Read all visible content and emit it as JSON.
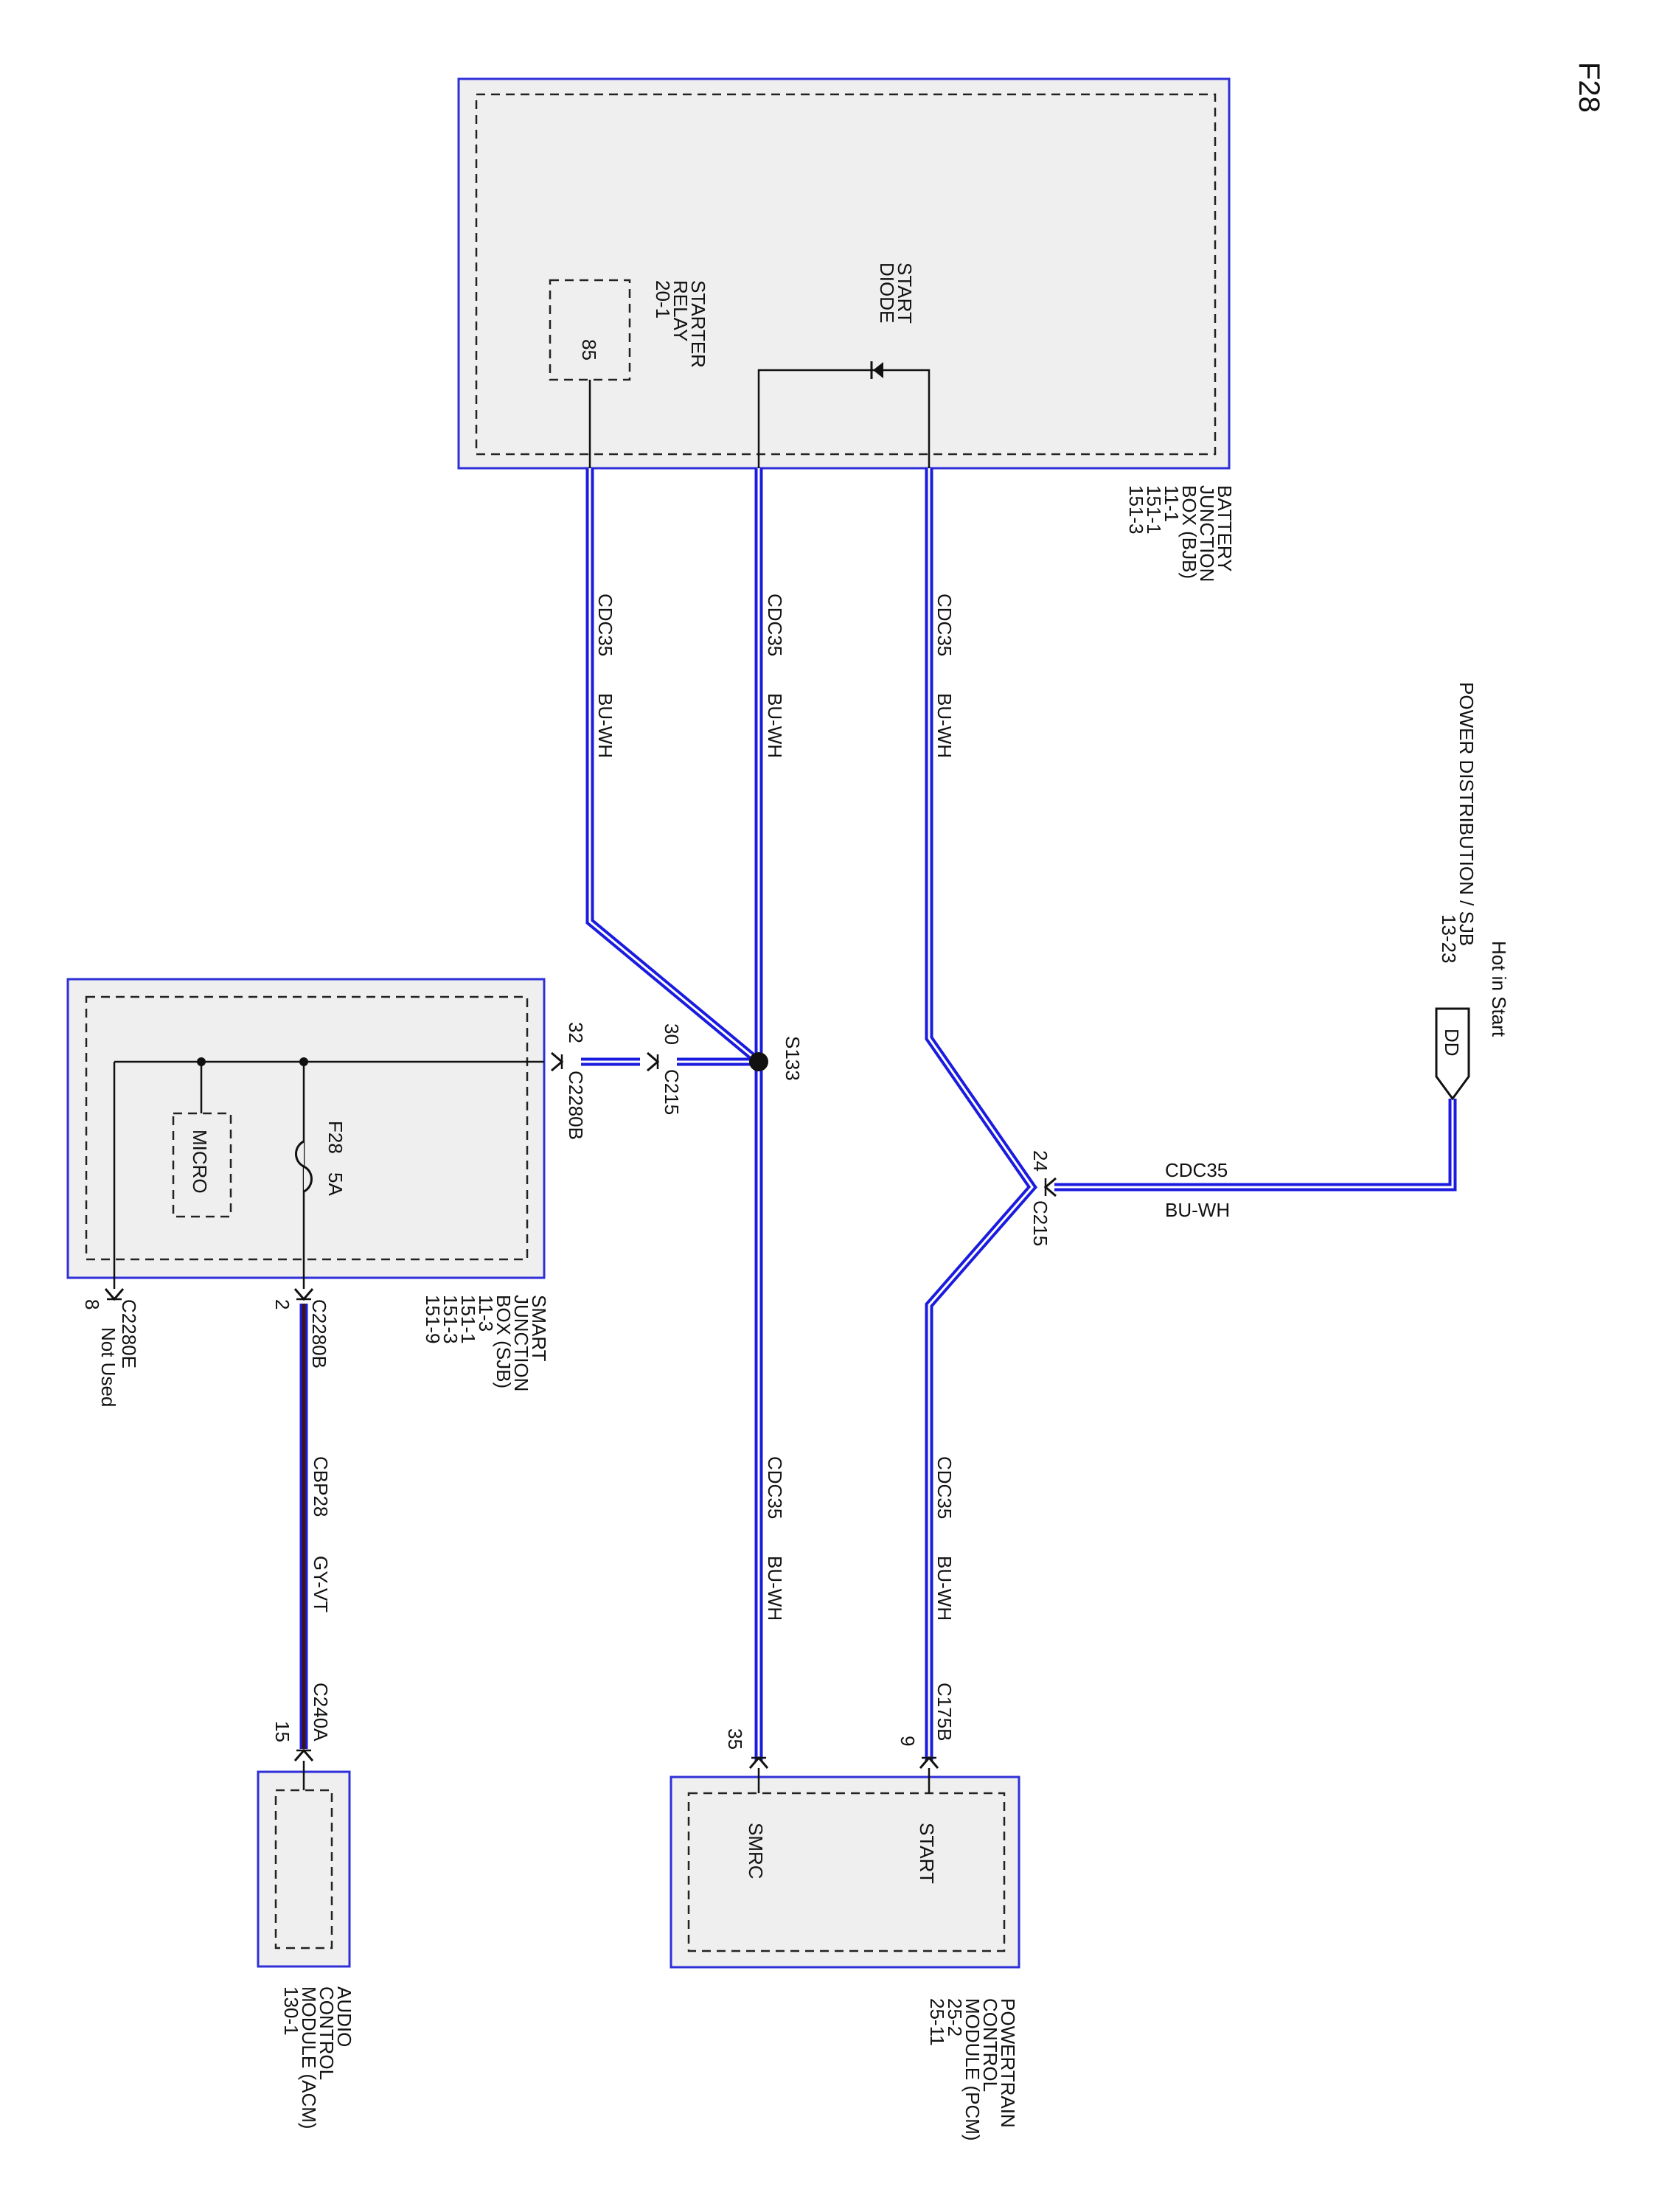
{
  "page_id": "F28",
  "bjb": {
    "name_lines": [
      "BATTERY",
      "JUNCTION",
      "BOX (BJB)",
      "11-1",
      "151-1",
      "151-3"
    ],
    "starter_relay_lines": [
      "STARTER",
      "RELAY",
      "20-1"
    ],
    "relay_pin": "85",
    "start_diode_lines": [
      "START",
      "DIODE"
    ]
  },
  "power_source": {
    "lines": [
      "Hot in Start",
      "POWER DISTRIBUTION / SJB",
      "13-23"
    ],
    "tag": "DD"
  },
  "sjb": {
    "name_lines": [
      "SMART",
      "JUNCTION",
      "BOX (SJB)",
      "11-3",
      "151-1",
      "151-3",
      "151-9"
    ],
    "fuse_label": "F28",
    "fuse_rating": "5A",
    "micro_label": "MICRO"
  },
  "pcm": {
    "name_lines": [
      "POWERTRAIN",
      "CONTROL",
      "MODULE (PCM)",
      "25-2",
      "25-11"
    ],
    "pin_start": "START",
    "pin_smrc": "SMRC"
  },
  "acm": {
    "name_lines": [
      "AUDIO",
      "CONTROL",
      "MODULE (ACM)",
      "130-1"
    ]
  },
  "wires": {
    "circuit": "CDC35",
    "color": "BU-WH",
    "acm_circuit": "CBP28",
    "acm_color": "GY-VT"
  },
  "connectors": {
    "c215": "C215",
    "c215_pin_top": "24",
    "c215_pin_mid": "30",
    "c2280b": "C2280B",
    "c2280b_pin_in": "32",
    "c2280b_pin_out": "2",
    "c2280e": "C2280E",
    "c2280e_pin": "8",
    "c2280e_note": "Not Used",
    "c175b": "C175B",
    "c175b_pin": "9",
    "pcm_smrc_pin": "35",
    "c240a": "C240A",
    "c240a_pin": "15",
    "splice": "S133"
  },
  "colors": {
    "wire_blue": "#1b1be0",
    "box_border": "#2f2fd8",
    "box_fill": "#efefef"
  }
}
